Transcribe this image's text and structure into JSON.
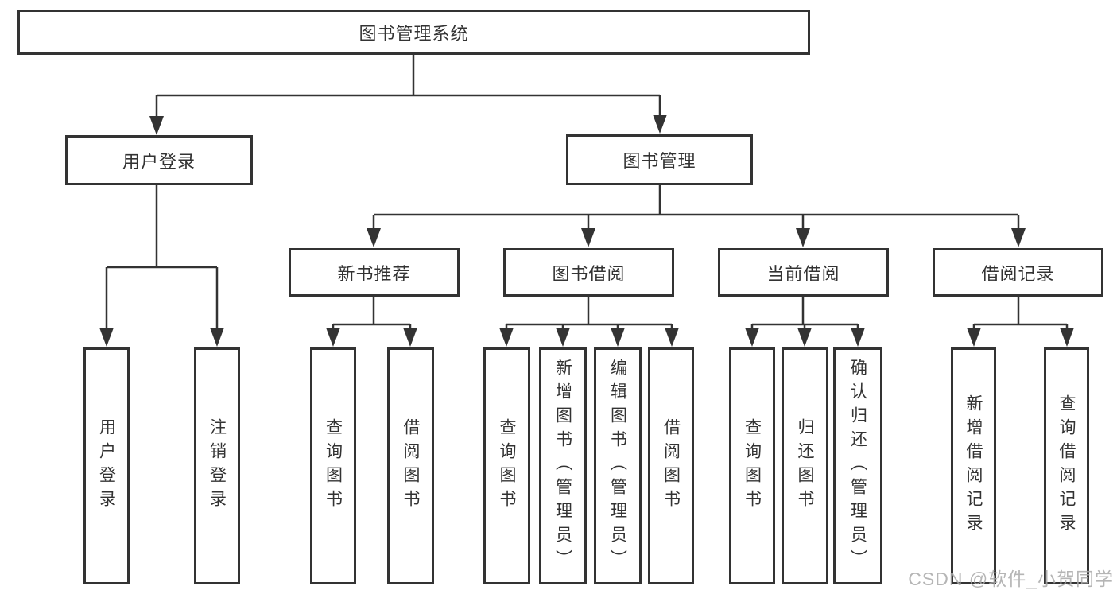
{
  "diagram_title": "图书管理系统",
  "tree": {
    "label": "图书管理系统",
    "children": [
      {
        "label": "用户登录",
        "children": [
          {
            "label": "用户登录"
          },
          {
            "label": "注销登录"
          }
        ]
      },
      {
        "label": "图书管理",
        "children": [
          {
            "label": "新书推荐",
            "children": [
              {
                "label": "查询图书"
              },
              {
                "label": "借阅图书"
              }
            ]
          },
          {
            "label": "图书借阅",
            "children": [
              {
                "label": "查询图书"
              },
              {
                "label": "新增图书（管理员）"
              },
              {
                "label": "编辑图书（管理员）"
              },
              {
                "label": "借阅图书"
              }
            ]
          },
          {
            "label": "当前借阅",
            "children": [
              {
                "label": "查询图书"
              },
              {
                "label": "归还图书"
              },
              {
                "label": "确认归还（管理员）"
              }
            ]
          },
          {
            "label": "借阅记录",
            "children": [
              {
                "label": "新增借阅记录"
              },
              {
                "label": "查询借阅记录"
              }
            ]
          }
        ]
      }
    ]
  },
  "watermark": {
    "text": "CSDN @软件_小贺同学"
  },
  "colors": {
    "line": "#333333",
    "box_border": "#333333",
    "box_fill": "#ffffff",
    "text": "#333333",
    "watermark": "#a9a9a9",
    "background": "#ffffff"
  }
}
